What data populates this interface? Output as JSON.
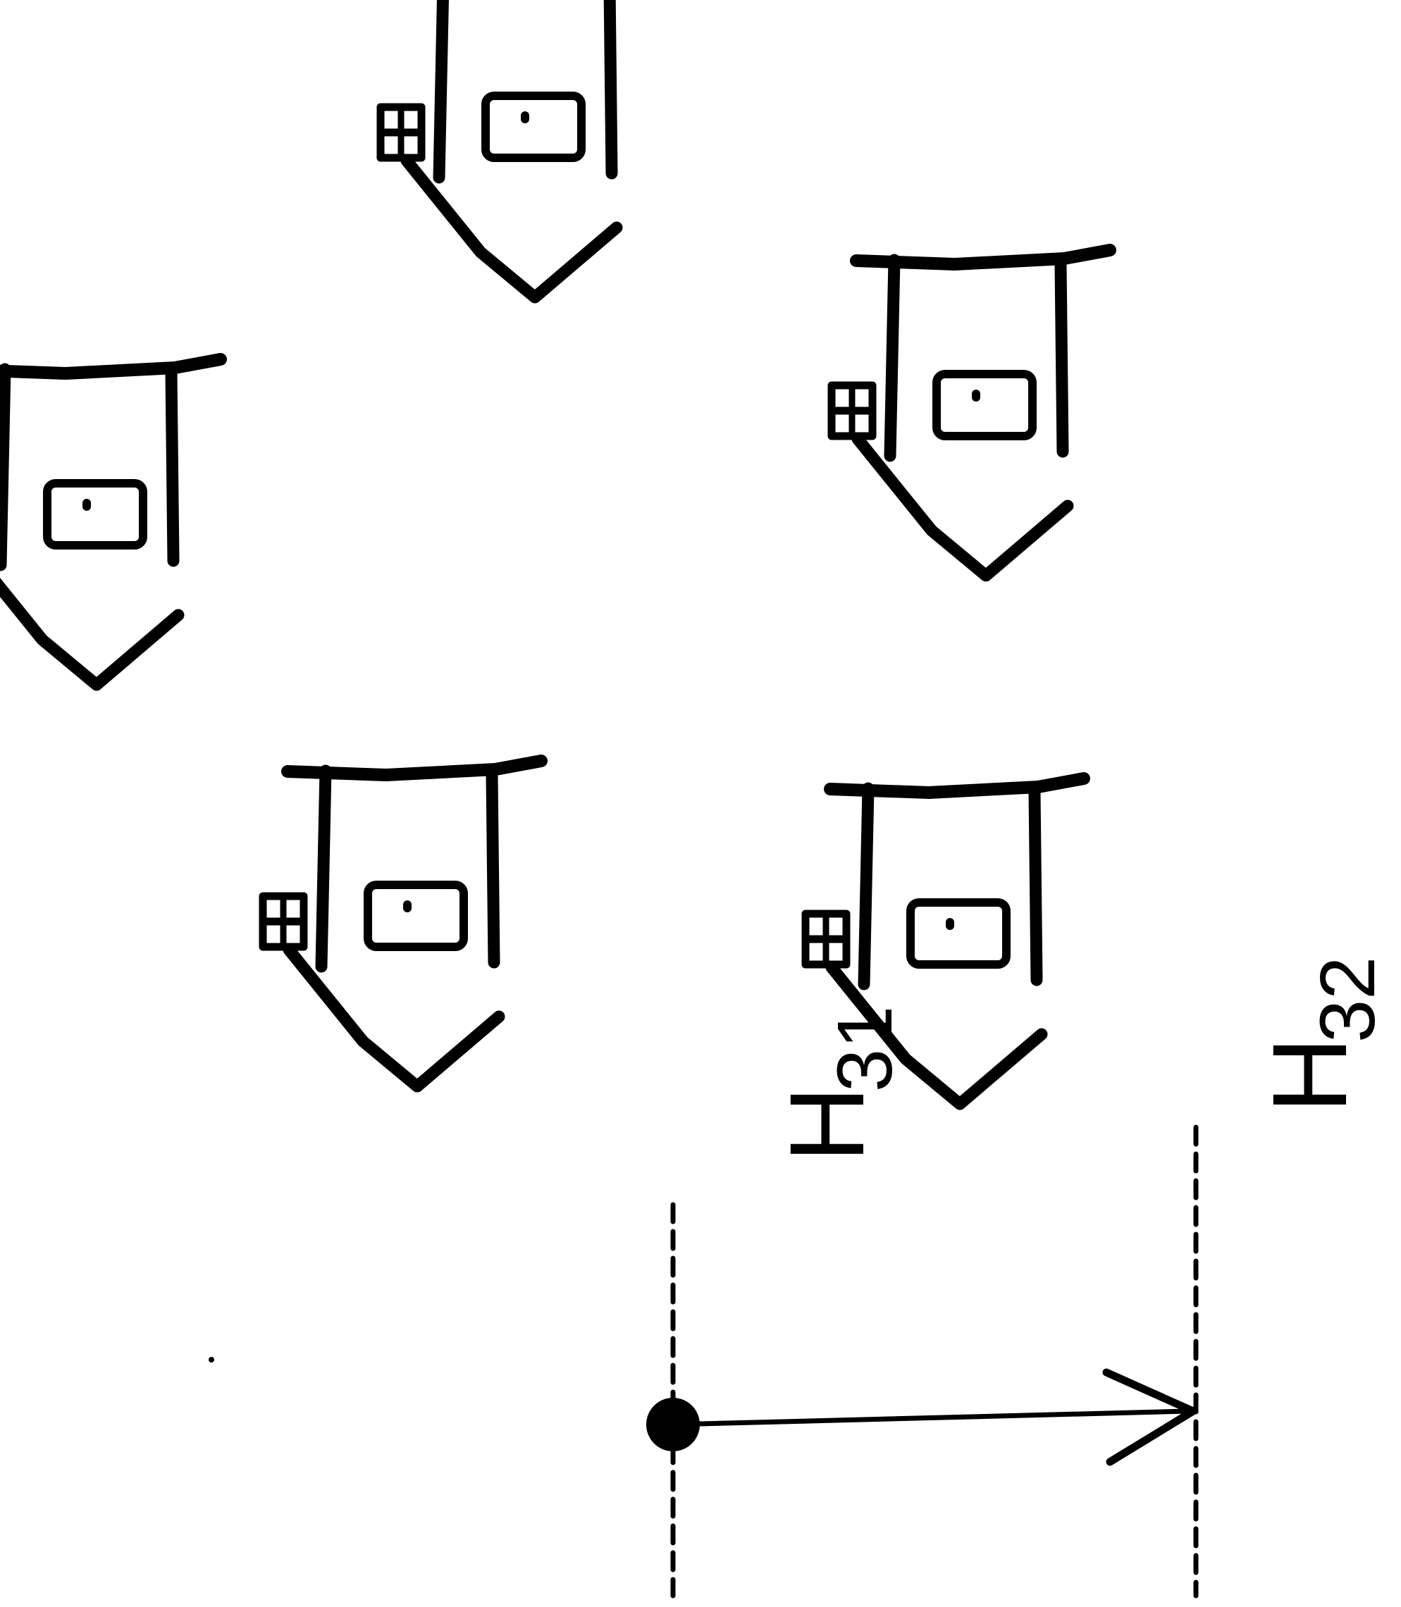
{
  "figure": {
    "labels": {
      "house_left": {
        "main": "H",
        "sub": "31"
      },
      "house_right": {
        "main": "H",
        "sub": "32"
      }
    },
    "colors": {
      "ink": "#000000",
      "background": "#ffffff"
    },
    "icons": [
      "house-icon",
      "house-icon",
      "house-icon",
      "house-icon",
      "house-icon",
      "arrow-right-icon"
    ]
  }
}
